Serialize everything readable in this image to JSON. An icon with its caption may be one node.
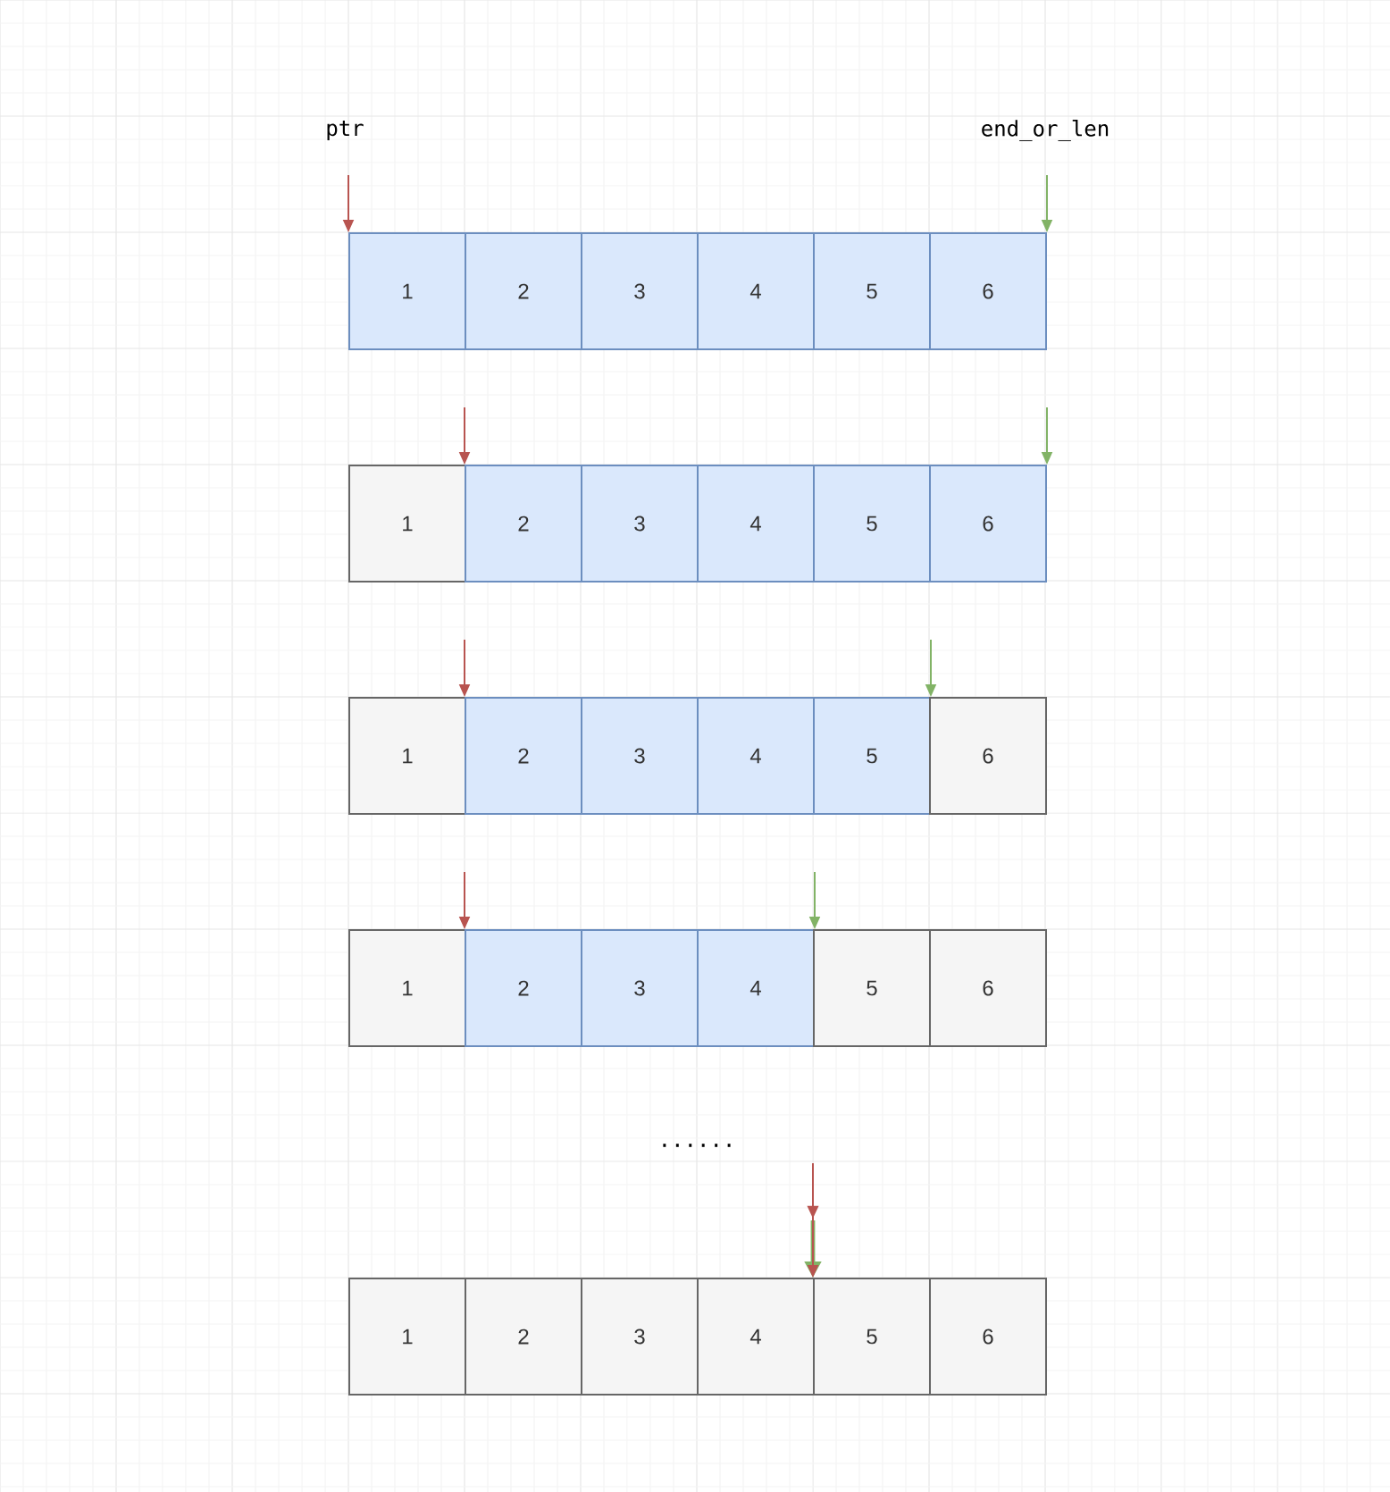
{
  "diagram": {
    "nodes": [
      {
        "text": [
          "1"
        ]
      },
      {
        "text": [
          "2"
        ]
      },
      {
        "text": [
          "3"
        ]
      },
      {
        "text": [
          "4"
        ]
      },
      {
        "text": [
          "5"
        ]
      },
      {
        "text": [
          "6"
        ]
      },
      {
        "text": [
          "1"
        ]
      },
      {
        "text": [
          "2"
        ]
      },
      {
        "text": [
          "3"
        ]
      },
      {
        "text": [
          "4"
        ]
      },
      {
        "text": [
          "5"
        ]
      },
      {
        "text": [
          "6"
        ]
      },
      {
        "text": [
          "1"
        ]
      },
      {
        "text": [
          "2"
        ]
      },
      {
        "text": [
          "3"
        ]
      },
      {
        "text": [
          "4"
        ]
      },
      {
        "text": [
          "5"
        ]
      },
      {
        "text": [
          "6"
        ]
      },
      {
        "text": [
          "1"
        ]
      },
      {
        "text": [
          "2"
        ]
      },
      {
        "text": [
          "3"
        ]
      },
      {
        "text": [
          "4"
        ]
      },
      {
        "text": [
          "5"
        ]
      },
      {
        "text": [
          "6"
        ]
      },
      {
        "text": [
          "1"
        ]
      },
      {
        "text": [
          "2"
        ]
      },
      {
        "text": [
          "3"
        ]
      },
      {
        "text": [
          "4"
        ]
      },
      {
        "text": [
          "5"
        ]
      },
      {
        "text": [
          "6"
        ]
      }
    ],
    "edges": [
      {
        "from": null,
        "to": 0,
        "arrow": "to",
        "color": "#b85450"
      },
      {
        "from": null,
        "to": 5,
        "arrow": "to",
        "color": "#82b366"
      },
      {
        "from": null,
        "to": 7,
        "arrow": "to",
        "color": "#b85450"
      },
      {
        "from": null,
        "to": 11,
        "arrow": "to",
        "color": "#82b366"
      },
      {
        "from": null,
        "to": 13,
        "arrow": "to",
        "color": "#b85450"
      },
      {
        "from": null,
        "to": 16,
        "arrow": "to",
        "color": "#82b366"
      },
      {
        "from": null,
        "to": 19,
        "arrow": "to",
        "color": "#b85450"
      },
      {
        "from": null,
        "to": 21,
        "arrow": "to",
        "color": "#82b366"
      },
      {
        "from": null,
        "to": 28,
        "arrow": "to",
        "color": "#b85450"
      },
      {
        "from": null,
        "to": 28,
        "arrow": "to",
        "color": "#82b366"
      }
    ],
    "labels": [
      "ptr",
      "end_or_len",
      "......"
    ]
  }
}
